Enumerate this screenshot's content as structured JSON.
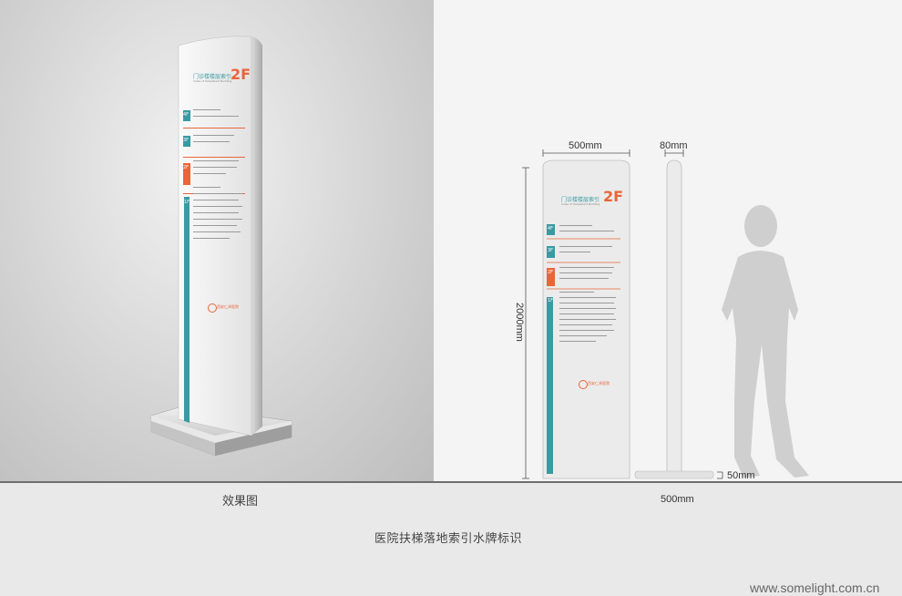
{
  "render_caption": "效果图",
  "main_caption": "医院扶梯落地索引水牌标识",
  "watermark": "www.somelight.com.cn",
  "sign": {
    "title": "门诊楼楼层索引",
    "subtitle": "Index of Outpatient Building",
    "floor_badge": "2F",
    "floors": [
      {
        "label": "4F",
        "color": "#3a9aa2"
      },
      {
        "label": "3F",
        "color": "#3a9aa2"
      },
      {
        "label": "2F",
        "color": "#e8663a"
      },
      {
        "label": "1F",
        "color": "#3a9aa2"
      }
    ],
    "logo_text": "西安仁泽医院"
  },
  "dimensions": {
    "width": "500mm",
    "depth": "80mm",
    "height": "2000mm",
    "base_height": "50mm",
    "base_width": "500mm"
  },
  "colors": {
    "teal": "#3a9aa2",
    "orange": "#e8663a",
    "silhouette": "#cfcfcf"
  }
}
